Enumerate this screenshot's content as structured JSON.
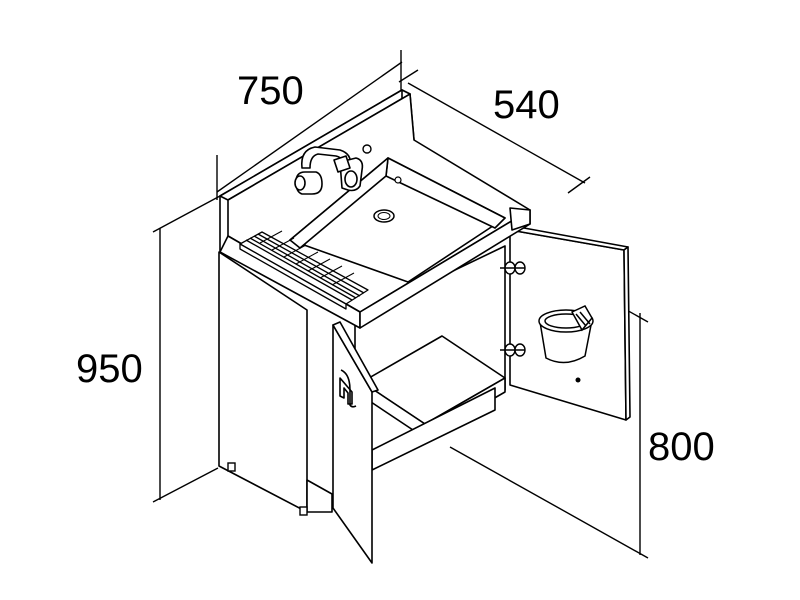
{
  "diagram": {
    "title": "",
    "dimensions": {
      "width": "750",
      "depth": "540",
      "height_total": "950",
      "height_counter": "800"
    },
    "colors": {
      "line": "#000000",
      "fill": "#ffffff",
      "shade": "#9a9a9a"
    },
    "components": {
      "faucet": "faucet-icon",
      "drain_rack": "drain-rack",
      "bucket": "bucket-icon",
      "door_left": "left-door",
      "door_right": "right-door",
      "handle": "door-handle"
    }
  }
}
